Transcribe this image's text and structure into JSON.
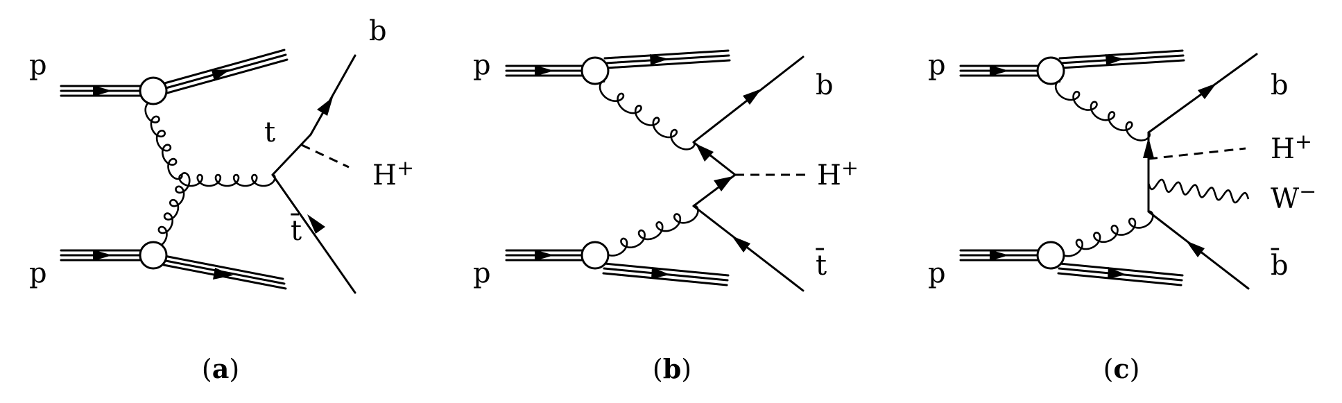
{
  "diagrams": [
    {
      "caption_letter": "a",
      "labels": {
        "p_top": "p",
        "p_bottom": "p",
        "b": "b",
        "t": "t",
        "higgs": "H+",
        "tbar": "t̄"
      }
    },
    {
      "caption_letter": "b",
      "labels": {
        "p_top": "p",
        "p_bottom": "p",
        "b": "b",
        "higgs": "H+",
        "tbar": "t̄"
      }
    },
    {
      "caption_letter": "c",
      "labels": {
        "p_top": "p",
        "p_bottom": "p",
        "b": "b",
        "higgs": "H+",
        "w": "W−",
        "bbar": "b̄"
      }
    }
  ]
}
